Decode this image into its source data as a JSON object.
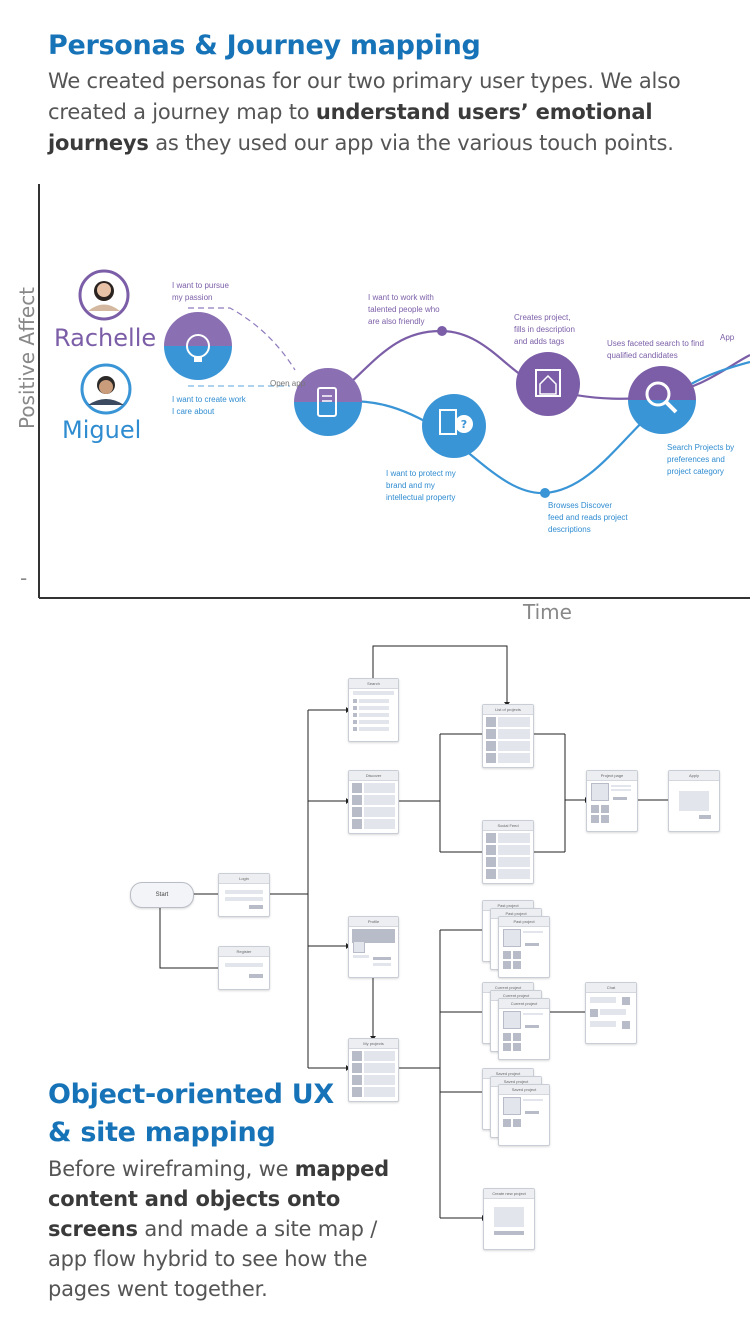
{
  "section1": {
    "title": "Personas & Journey mapping",
    "para": {
      "p1": "We created personas for our two primary user types. We also created a journey map to ",
      "b1": "understand users’ emotional journeys",
      "p2": " as they used our app via the various touch points."
    }
  },
  "journey": {
    "y_axis": "Positive Affect",
    "y_tick": "-",
    "x_axis": "Time",
    "personas": [
      {
        "name": "Rachelle",
        "color": "#7b5ea7"
      },
      {
        "name": "Miguel",
        "color": "#2f8cd0"
      }
    ],
    "labels": {
      "pursue": [
        "I want to pursue",
        "my passion"
      ],
      "create": [
        "I want to create work",
        "I care about"
      ],
      "open_app": "Open app",
      "work_with": [
        "I want to work with",
        "talented people who",
        "are also friendly"
      ],
      "protect": [
        "I want to protect my",
        "brand and my",
        "intellectual property"
      ],
      "creates_project": [
        "Creates project,",
        "fills in description",
        "and adds tags"
      ],
      "browses": [
        "Browses Discover",
        "feed and reads project",
        "descriptions"
      ],
      "faceted": [
        "Uses faceted search to find",
        "qualified candidates"
      ],
      "search_projects": [
        "Search Projects by",
        "preferences and",
        "project category"
      ],
      "app_cut": "App"
    }
  },
  "sitemap": {
    "start": "Start",
    "screens": {
      "search": "Search",
      "discover": "Discover",
      "login": "Login",
      "register": "Register",
      "profile": "Profile",
      "my_projects": "My projects",
      "list_of_projects": "List of projects",
      "social_feed": "Social Feed",
      "project_page": "Project page",
      "apply": "Apply",
      "past_project": "Past project",
      "current_project": "Current project",
      "saved_project": "Saved project",
      "chat": "Chat",
      "create_new_project": "Create new project"
    }
  },
  "section2": {
    "title_line1": "Object-oriented UX",
    "title_line2": "& site mapping",
    "para": {
      "p1": "Before wireframing, we ",
      "b1": "mapped content and objects onto screens",
      "p2": " and made a site map / app flow hybrid to see how the pages went together."
    }
  }
}
